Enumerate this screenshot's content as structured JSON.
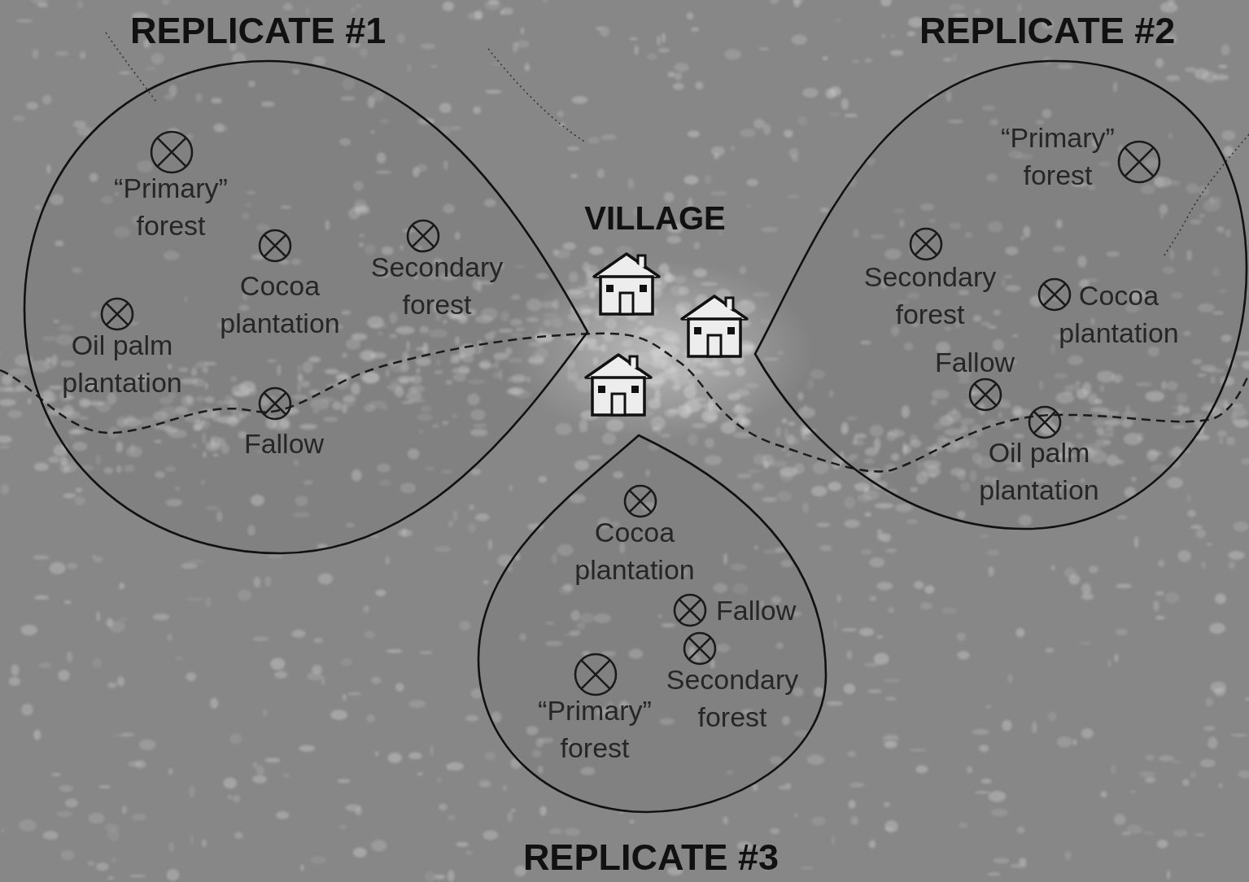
{
  "diagram": {
    "nodes": [
      {
        "text": [
          "REPLICATE #1"
        ]
      },
      {
        "text": [
          "“Primary” forest"
        ],
        "in": 0
      },
      {
        "text": [
          "Cocoa plantation"
        ],
        "in": 0
      },
      {
        "text": [
          "Secondary forest"
        ],
        "in": 0
      },
      {
        "text": [
          "Oil palm plantation"
        ],
        "in": 0
      },
      {
        "text": [
          "Fallow"
        ],
        "in": 0
      },
      {
        "text": [
          "REPLICATE #2"
        ]
      },
      {
        "text": [
          "“Primary” forest"
        ],
        "in": 6
      },
      {
        "text": [
          "Secondary forest"
        ],
        "in": 6
      },
      {
        "text": [
          "Cocoa plantation"
        ],
        "in": 6
      },
      {
        "text": [
          "Fallow"
        ],
        "in": 6
      },
      {
        "text": [
          "Oil palm plantation"
        ],
        "in": 6
      },
      {
        "text": [
          "REPLICATE #3"
        ]
      },
      {
        "text": [
          "Cocoa plantation"
        ],
        "in": 12
      },
      {
        "text": [
          "Fallow"
        ],
        "in": 12
      },
      {
        "text": [
          "Secondary forest"
        ],
        "in": 12
      },
      {
        "text": [
          "“Primary” forest"
        ],
        "in": 12
      }
    ],
    "labels": [
      "VILLAGE"
    ]
  }
}
